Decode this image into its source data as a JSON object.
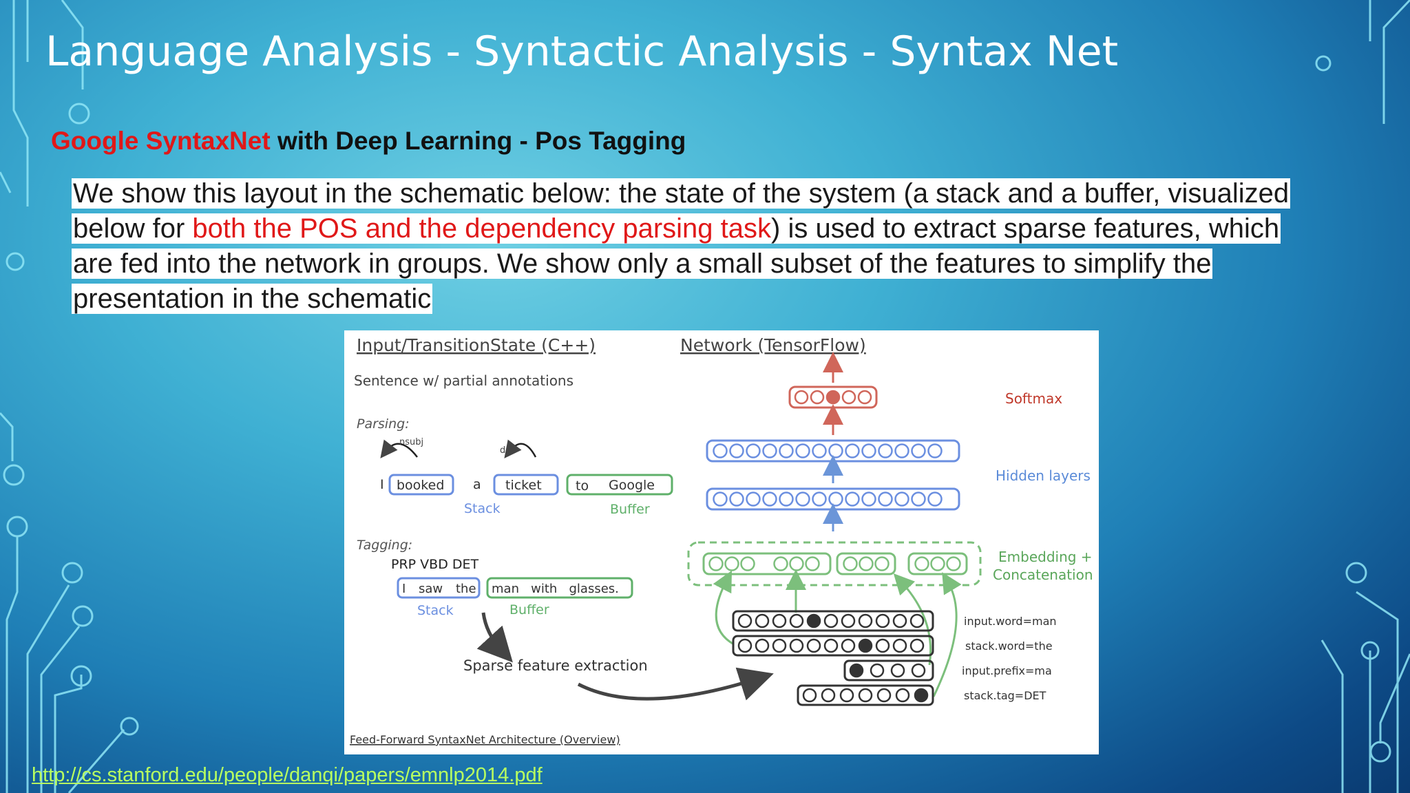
{
  "slide": {
    "title": "Language Analysis - Syntactic Analysis - Syntax Net",
    "subtitle_red": "Google SyntaxNet",
    "subtitle_black": " with Deep Learning - Pos Tagging",
    "paragraph": {
      "line1": "We show this layout in the schematic below: the state of the system (a stack and a buffer, visualized",
      "line2_a": "below for ",
      "line2_red": "both the POS and the dependency parsing task",
      "line2_b": ") is used to extract sparse features, which",
      "line3": "are fed into the network in groups. We show only a small subset of the features to simplify the",
      "line4": "presentation in the schematic"
    },
    "link": "http://cs.stanford.edu/people/danqi/papers/emnlp2014.pdf"
  },
  "diagram": {
    "heading_left": "Input/TransitionState (C++)",
    "heading_right": "Network (TensorFlow)",
    "sentence_label": "Sentence w/ partial annotations",
    "parsing_label": "Parsing:",
    "arc_nsubj": "nsubj",
    "arc_det": "det",
    "word_i": "I",
    "word_booked": "booked",
    "word_a": "a",
    "word_ticket": "ticket",
    "word_to": "to",
    "word_google": "Google",
    "stack_label": "Stack",
    "buffer_label": "Buffer",
    "tagging_label": "Tagging:",
    "tags": "PRP VBD DET",
    "tag_word_i": "I",
    "tag_word_saw": "saw",
    "tag_word_the": "the",
    "tag_buffer_words": "man   with   glasses.",
    "sparse_label": "Sparse feature extraction",
    "softmax_label": "Softmax",
    "hidden_label": "Hidden layers",
    "embedding_label_1": "Embedding +",
    "embedding_label_2": "Concatenation",
    "feature_1": "input.word=man",
    "feature_2": "stack.word=the",
    "feature_3": "input.prefix=ma",
    "feature_4": "stack.tag=DET",
    "caption": "Feed-Forward SyntaxNet Architecture (Overview)",
    "colors": {
      "stack": "#4a6fd8",
      "buffer": "#3fa35a",
      "softmax": "#c0392b",
      "hidden": "#5b8bd8",
      "embedding": "#6bb86b"
    }
  }
}
